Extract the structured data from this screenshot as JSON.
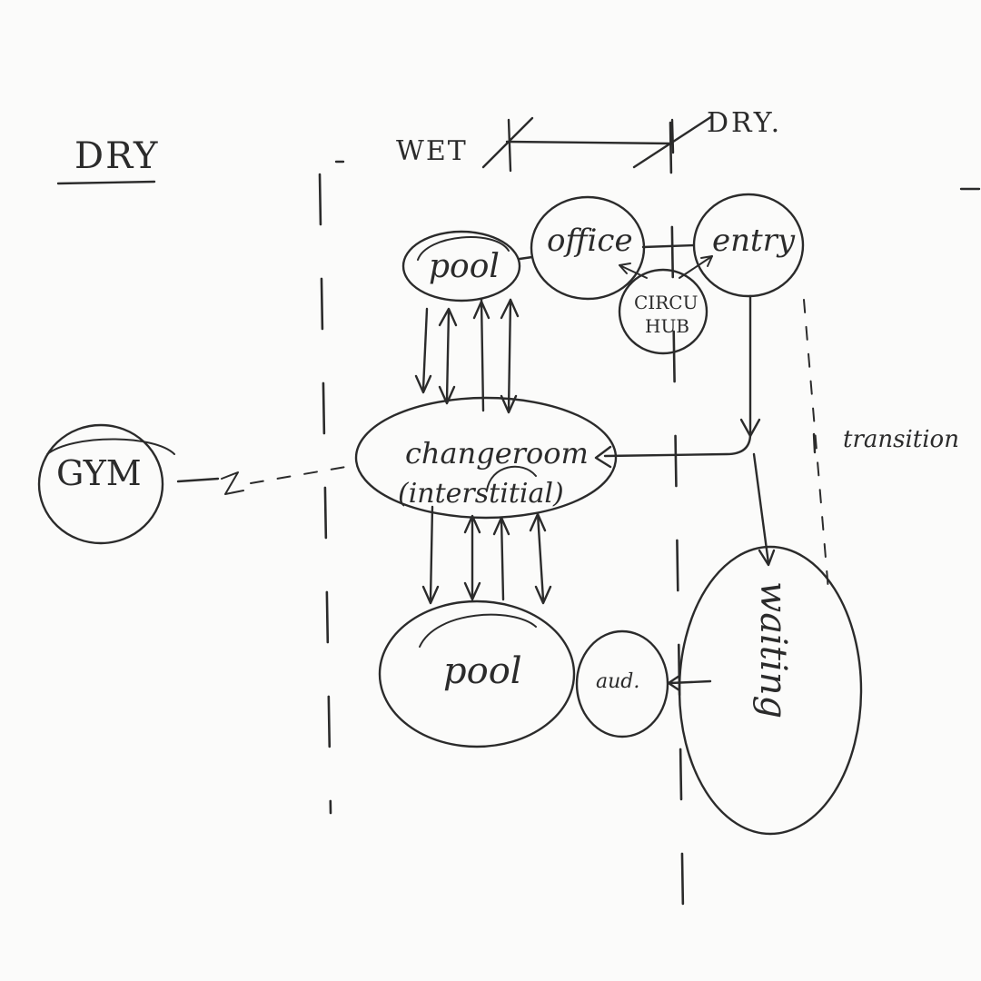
{
  "colors": {
    "ink": "#2b2b2b",
    "paper": "#fbfbfa"
  },
  "labels": {
    "dry_left": "DRY",
    "wet": "WET",
    "dry_right": "DRY.",
    "transition": "transition"
  },
  "nodes": {
    "pool_top": "pool",
    "office": "office",
    "entry": "entry",
    "circ_hub_line1": "CIRCU",
    "circ_hub_line2": "HUB",
    "gym": "GYM",
    "changeroom_line1": "changeroom",
    "changeroom_line2": "(interstitial)",
    "pool_bottom": "pool",
    "aud": "aud.",
    "waiting": "waiting"
  }
}
